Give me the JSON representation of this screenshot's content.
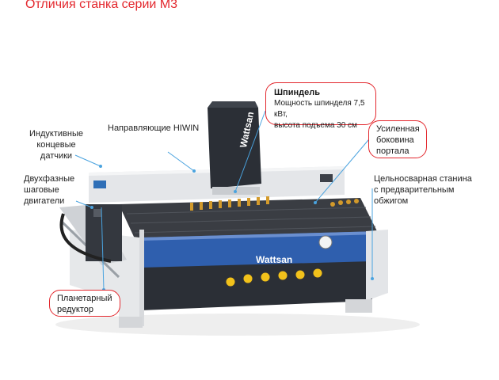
{
  "heading": "Отличия станка серии М3",
  "brand": "Wattsan",
  "labels": {
    "inductive": [
      "Индуктивные",
      "концевые",
      "датчики"
    ],
    "guides": "Направляющие HIWIN",
    "motors": [
      "Двухфазные",
      "шаговые",
      "двигатели"
    ],
    "frame": [
      "Цельносварная станина",
      "с предварительным",
      "обжигом"
    ]
  },
  "callouts": {
    "spindle": {
      "title": "Шпиндель",
      "desc": [
        "Мощность шпинделя 7,5 кВт,",
        "высота подъема 30 см"
      ]
    },
    "side": [
      "Усиленная",
      "боковина",
      "портала"
    ],
    "reducer": [
      "Планетарный",
      "редуктор"
    ]
  },
  "colors": {
    "accent": "#e3272d",
    "pointer": "#4aa3df",
    "blue_band": "#2f5fae",
    "dark_body": "#2b2f36"
  }
}
